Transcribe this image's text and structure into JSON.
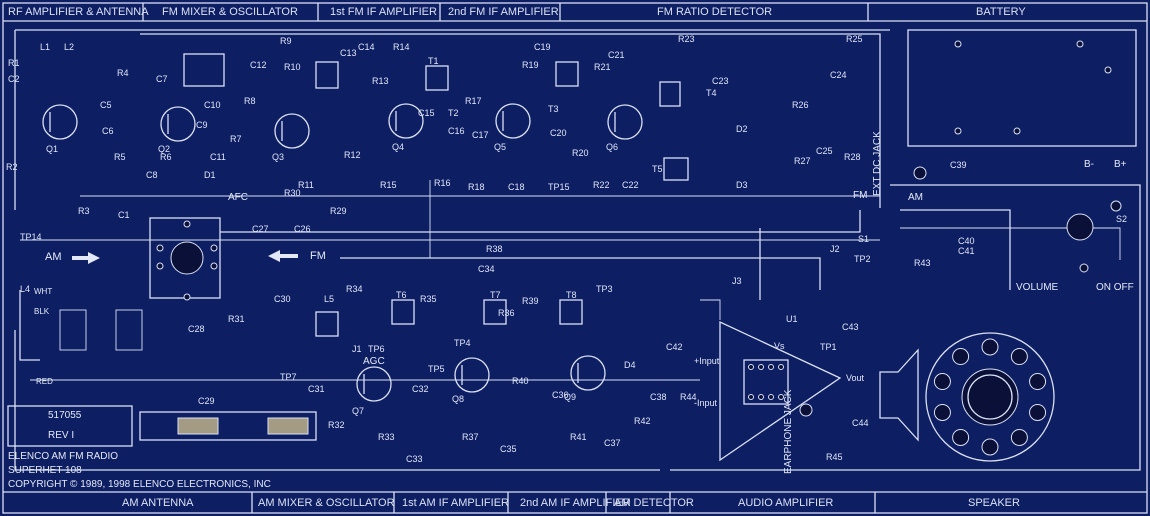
{
  "sections_top": [
    "RF AMPLIFIER & ANTENNA",
    "FM MIXER & OSCILLATOR",
    "1st FM IF AMPLIFIER",
    "2nd FM IF AMPLIFIER",
    "FM RATIO DETECTOR",
    "BATTERY"
  ],
  "sections_bottom": [
    "AM ANTENNA",
    "AM MIXER & OSCILLATOR",
    "1st AM IF AMPLIFIER",
    "2nd AM IF AMPLIFIER",
    "AM DETECTOR",
    "AUDIO AMPLIFIER",
    "SPEAKER"
  ],
  "labels": {
    "am_arrow": "AM",
    "fm_arrow": "FM",
    "afc": "AFC",
    "agc": "AGC",
    "volume": "VOLUME",
    "on_off": "ON OFF",
    "ext_dc_jack": "EXT DC JACK",
    "earphone_jack": "EARPHONE JACK",
    "am_switch": "AM",
    "fm_switch": "FM",
    "input_plus": "+Input",
    "input_minus": "-Input",
    "vs": "Vs",
    "vout": "Vout",
    "wht": "WHT",
    "blk": "BLK",
    "red": "RED",
    "b_minus": "B-",
    "b_plus": "B+"
  },
  "part_number": "517055",
  "revision": "REV I",
  "footer_lines": [
    "ELENCO AM FM RADIO",
    "SUPERHET 108",
    "COPYRIGHT © 1989, 1998 ELENCO ELECTRONICS, INC"
  ],
  "components": [
    "R1",
    "R2",
    "R3",
    "R4",
    "R5",
    "R6",
    "R7",
    "R8",
    "R9",
    "R10",
    "R11",
    "R12",
    "R13",
    "R14",
    "R15",
    "R16",
    "R17",
    "R18",
    "R19",
    "R20",
    "R21",
    "R22",
    "R23",
    "R25",
    "R26",
    "R27",
    "R28",
    "R29",
    "R30",
    "R31",
    "R32",
    "R33",
    "R34",
    "R35",
    "R36",
    "R37",
    "R38",
    "R39",
    "R40",
    "R41",
    "R42",
    "R43",
    "R44",
    "R45",
    "C1",
    "C2",
    "C5",
    "C6",
    "C7",
    "C8",
    "C9",
    "C10",
    "C11",
    "C12",
    "C13",
    "C14",
    "C15",
    "C16",
    "C17",
    "C18",
    "C19",
    "C20",
    "C21",
    "C22",
    "C23",
    "C24",
    "C25",
    "C26",
    "C27",
    "C28",
    "C29",
    "C30",
    "C31",
    "C32",
    "C33",
    "C34",
    "C35",
    "C36",
    "C37",
    "C38",
    "C39",
    "C40",
    "C41",
    "C42",
    "C43",
    "C44",
    "Q1",
    "Q2",
    "Q3",
    "Q4",
    "Q5",
    "Q6",
    "Q7",
    "Q8",
    "Q9",
    "L1",
    "L2",
    "L4",
    "L5",
    "T1",
    "T2",
    "T3",
    "T4",
    "T5",
    "T6",
    "T7",
    "T8",
    "D1",
    "D2",
    "D3",
    "D4",
    "J1",
    "J2",
    "J3",
    "U1",
    "S1",
    "S2",
    "TP1",
    "TP2",
    "TP3",
    "TP4",
    "TP5",
    "TP6",
    "TP7",
    "TP14",
    "TP15"
  ]
}
